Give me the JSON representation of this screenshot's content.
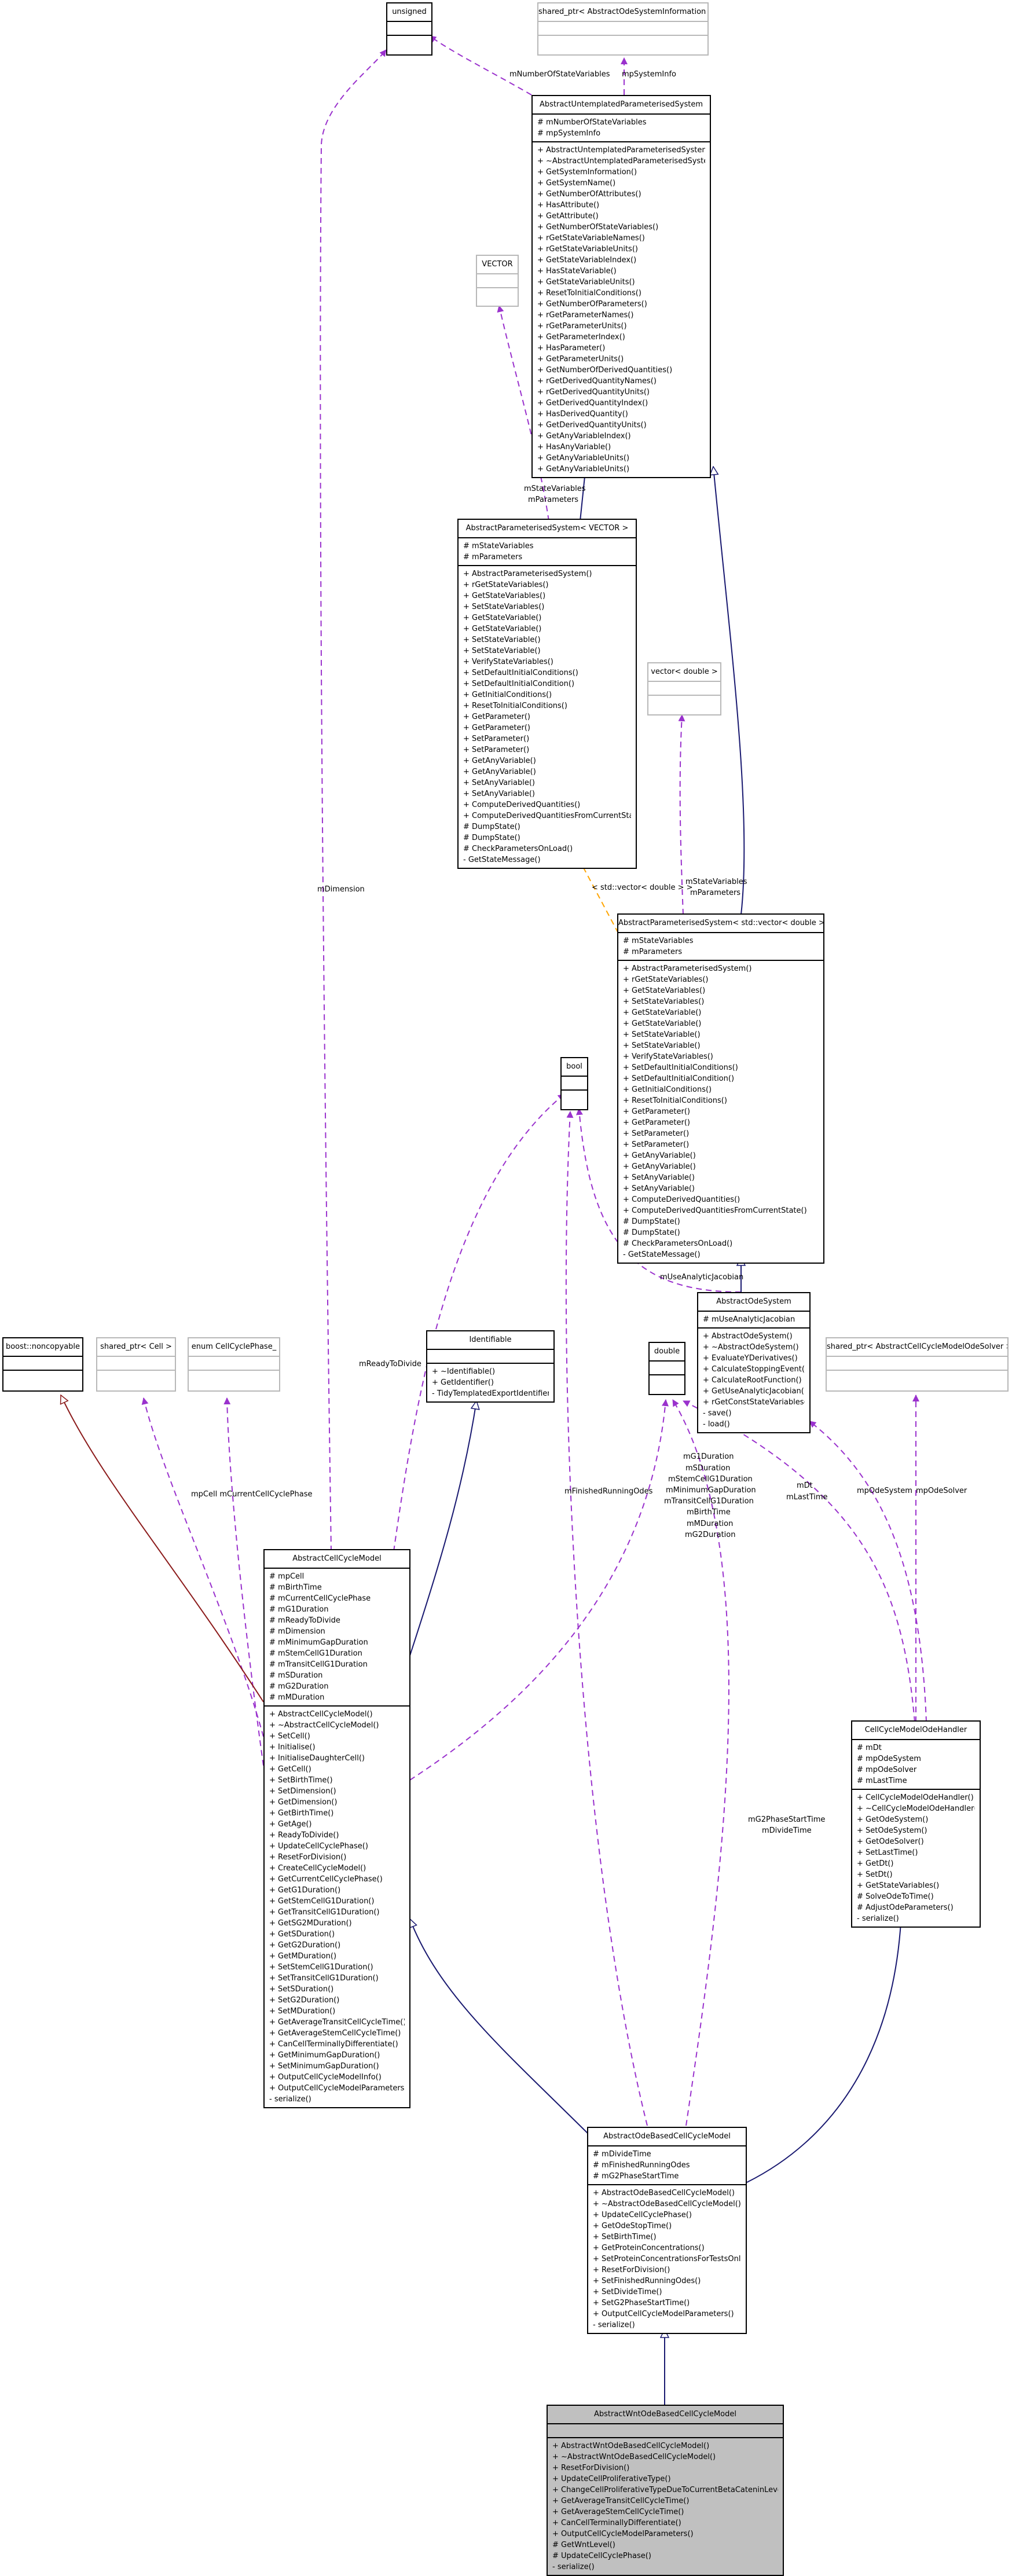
{
  "classes": {
    "unsigned": {
      "name": "unsigned",
      "attributes": [],
      "methods": []
    },
    "shared_ptr_info": {
      "name": "shared_ptr< AbstractOdeSystemInformation >",
      "attributes": [],
      "methods": []
    },
    "abstract_untemplated": {
      "name": "AbstractUntemplatedParameterisedSystem",
      "attributes": [
        "# mNumberOfStateVariables",
        "# mpSystemInfo"
      ],
      "methods": [
        "+ AbstractUntemplatedParameterisedSystem()",
        "+ ~AbstractUntemplatedParameterisedSystem()",
        "+ GetSystemInformation()",
        "+ GetSystemName()",
        "+ GetNumberOfAttributes()",
        "+ HasAttribute()",
        "+ GetAttribute()",
        "+ GetNumberOfStateVariables()",
        "+ rGetStateVariableNames()",
        "+ rGetStateVariableUnits()",
        "+ GetStateVariableIndex()",
        "+ HasStateVariable()",
        "+ GetStateVariableUnits()",
        "+ ResetToInitialConditions()",
        "+ GetNumberOfParameters()",
        "+ rGetParameterNames()",
        "+ rGetParameterUnits()",
        "+ GetParameterIndex()",
        "+ HasParameter()",
        "+ GetParameterUnits()",
        "+ GetNumberOfDerivedQuantities()",
        "+ rGetDerivedQuantityNames()",
        "+ rGetDerivedQuantityUnits()",
        "+ GetDerivedQuantityIndex()",
        "+ HasDerivedQuantity()",
        "+ GetDerivedQuantityUnits()",
        "+ GetAnyVariableIndex()",
        "+ HasAnyVariable()",
        "+ GetAnyVariableUnits()",
        "+ GetAnyVariableUnits()"
      ]
    },
    "vector": {
      "name": "VECTOR",
      "attributes": [],
      "methods": []
    },
    "abstract_param_vector": {
      "name": "AbstractParameterisedSystem< VECTOR >",
      "attributes": [
        "# mStateVariables",
        "# mParameters"
      ],
      "methods": [
        "+ AbstractParameterisedSystem()",
        "+ rGetStateVariables()",
        "+ GetStateVariables()",
        "+ SetStateVariables()",
        "+ GetStateVariable()",
        "+ GetStateVariable()",
        "+ SetStateVariable()",
        "+ SetStateVariable()",
        "+ VerifyStateVariables()",
        "+ SetDefaultInitialConditions()",
        "+ SetDefaultInitialCondition()",
        "+ GetInitialConditions()",
        "+ ResetToInitialConditions()",
        "+ GetParameter()",
        "+ GetParameter()",
        "+ SetParameter()",
        "+ SetParameter()",
        "+ GetAnyVariable()",
        "+ GetAnyVariable()",
        "+ SetAnyVariable()",
        "+ SetAnyVariable()",
        "+ ComputeDerivedQuantities()",
        "+ ComputeDerivedQuantitiesFromCurrentState()",
        "# DumpState()",
        "# DumpState()",
        "# CheckParametersOnLoad()",
        "- GetStateMessage()"
      ]
    },
    "vector_double": {
      "name": "vector< double >",
      "attributes": [],
      "methods": []
    },
    "abstract_param_std": {
      "name": "AbstractParameterisedSystem< std::vector< double > >",
      "attributes": [
        "# mStateVariables",
        "# mParameters"
      ],
      "methods": [
        "+ AbstractParameterisedSystem()",
        "+ rGetStateVariables()",
        "+ GetStateVariables()",
        "+ SetStateVariables()",
        "+ GetStateVariable()",
        "+ GetStateVariable()",
        "+ SetStateVariable()",
        "+ SetStateVariable()",
        "+ VerifyStateVariables()",
        "+ SetDefaultInitialConditions()",
        "+ SetDefaultInitialCondition()",
        "+ GetInitialConditions()",
        "+ ResetToInitialConditions()",
        "+ GetParameter()",
        "+ GetParameter()",
        "+ SetParameter()",
        "+ SetParameter()",
        "+ GetAnyVariable()",
        "+ GetAnyVariable()",
        "+ SetAnyVariable()",
        "+ SetAnyVariable()",
        "+ ComputeDerivedQuantities()",
        "+ ComputeDerivedQuantitiesFromCurrentState()",
        "# DumpState()",
        "# DumpState()",
        "# CheckParametersOnLoad()",
        "- GetStateMessage()"
      ]
    },
    "bool": {
      "name": "bool",
      "attributes": [],
      "methods": []
    },
    "abstract_ode_system": {
      "name": "AbstractOdeSystem",
      "attributes": [
        "# mUseAnalyticJacobian"
      ],
      "methods": [
        "+ AbstractOdeSystem()",
        "+ ~AbstractOdeSystem()",
        "+ EvaluateYDerivatives()",
        "+ CalculateStoppingEvent()",
        "+ CalculateRootFunction()",
        "+ GetUseAnalyticJacobian()",
        "+ rGetConstStateVariables()",
        "- save()",
        "- load()"
      ]
    },
    "noncopyable": {
      "name": "boost::noncopyable",
      "attributes": [],
      "methods": []
    },
    "shared_ptr_cell": {
      "name": "shared_ptr< Cell >",
      "attributes": [],
      "methods": []
    },
    "enum_phase": {
      "name": "enum CellCyclePhase_",
      "attributes": [],
      "methods": []
    },
    "identifiable": {
      "name": "Identifiable",
      "attributes": [],
      "methods": [
        "+ ~Identifiable()",
        "+ GetIdentifier()",
        "- TidyTemplatedExportIdentifier()"
      ]
    },
    "double": {
      "name": "double",
      "attributes": [],
      "methods": []
    },
    "shared_ptr_solver": {
      "name": "shared_ptr< AbstractCellCycleModelOdeSolver >",
      "attributes": [],
      "methods": []
    },
    "abstract_ccm": {
      "name": "AbstractCellCycleModel",
      "attributes": [
        "# mpCell",
        "# mBirthTime",
        "# mCurrentCellCyclePhase",
        "# mG1Duration",
        "# mReadyToDivide",
        "# mDimension",
        "# mMinimumGapDuration",
        "# mStemCellG1Duration",
        "# mTransitCellG1Duration",
        "# mSDuration",
        "# mG2Duration",
        "# mMDuration"
      ],
      "methods": [
        "+ AbstractCellCycleModel()",
        "+ ~AbstractCellCycleModel()",
        "+ SetCell()",
        "+ Initialise()",
        "+ InitialiseDaughterCell()",
        "+ GetCell()",
        "+ SetBirthTime()",
        "+ SetDimension()",
        "+ GetDimension()",
        "+ GetBirthTime()",
        "+ GetAge()",
        "+ ReadyToDivide()",
        "+ UpdateCellCyclePhase()",
        "+ ResetForDivision()",
        "+ CreateCellCycleModel()",
        "+ GetCurrentCellCyclePhase()",
        "+ GetG1Duration()",
        "+ GetStemCellG1Duration()",
        "+ GetTransitCellG1Duration()",
        "+ GetSG2MDuration()",
        "+ GetSDuration()",
        "+ GetG2Duration()",
        "+ GetMDuration()",
        "+ SetStemCellG1Duration()",
        "+ SetTransitCellG1Duration()",
        "+ SetSDuration()",
        "+ SetG2Duration()",
        "+ SetMDuration()",
        "+ GetAverageTransitCellCycleTime()",
        "+ GetAverageStemCellCycleTime()",
        "+ CanCellTerminallyDifferentiate()",
        "+ GetMinimumGapDuration()",
        "+ SetMinimumGapDuration()",
        "+ OutputCellCycleModelInfo()",
        "+ OutputCellCycleModelParameters()",
        "- serialize()"
      ]
    },
    "ode_handler": {
      "name": "CellCycleModelOdeHandler",
      "attributes": [
        "# mDt",
        "# mpOdeSystem",
        "# mpOdeSolver",
        "# mLastTime"
      ],
      "methods": [
        "+ CellCycleModelOdeHandler()",
        "+ ~CellCycleModelOdeHandler()",
        "+ GetOdeSystem()",
        "+ SetOdeSystem()",
        "+ GetOdeSolver()",
        "+ SetLastTime()",
        "+ GetDt()",
        "+ SetDt()",
        "+ GetStateVariables()",
        "# SolveOdeToTime()",
        "# AdjustOdeParameters()",
        "- serialize()"
      ]
    },
    "abstract_ode_ccm": {
      "name": "AbstractOdeBasedCellCycleModel",
      "attributes": [
        "# mDivideTime",
        "# mFinishedRunningOdes",
        "# mG2PhaseStartTime"
      ],
      "methods": [
        "+ AbstractOdeBasedCellCycleModel()",
        "+ ~AbstractOdeBasedCellCycleModel()",
        "+ UpdateCellCyclePhase()",
        "+ GetOdeStopTime()",
        "+ SetBirthTime()",
        "+ GetProteinConcentrations()",
        "+ SetProteinConcentrationsForTestsOnly()",
        "+ ResetForDivision()",
        "+ SetFinishedRunningOdes()",
        "+ SetDivideTime()",
        "+ SetG2PhaseStartTime()",
        "+ OutputCellCycleModelParameters()",
        "- serialize()"
      ]
    },
    "abstract_wnt": {
      "name": "AbstractWntOdeBasedCellCycleModel",
      "attributes": [],
      "methods": [
        "+ AbstractWntOdeBasedCellCycleModel()",
        "+ ~AbstractWntOdeBasedCellCycleModel()",
        "+ ResetForDivision()",
        "+ UpdateCellProliferativeType()",
        "+ ChangeCellProliferativeTypeDueToCurrentBetaCateninLevel()",
        "+ GetAverageTransitCellCycleTime()",
        "+ GetAverageStemCellCycleTime()",
        "+ CanCellTerminallyDifferentiate()",
        "+ OutputCellCycleModelParameters()",
        "# GetWntLevel()",
        "# UpdateCellCyclePhase()",
        "- serialize()"
      ]
    }
  },
  "labels": {
    "mNumberOfStateVariables": "mNumberOfStateVariables",
    "mpSystemInfo": "mpSystemInfo",
    "mDimension": "mDimension",
    "stateVarsParams": [
      "mStateVariables",
      "mParameters"
    ],
    "stdVectorDouble": "< std::vector< double > >",
    "stateVarsParams2": [
      "mStateVariables",
      "mParameters"
    ],
    "mUseAnalyticJacobian": "mUseAnalyticJacobian",
    "mReadyToDivide": "mReadyToDivide",
    "mpCellPhase": "mpCell   mCurrentCellCyclePhase",
    "mFinishedRunningOdes": "mFinishedRunningOdes",
    "doubleMembers": [
      "mG1Duration",
      "mSDuration",
      "mStemCellG1Duration",
      "mMinimumGapDuration",
      "mTransitCellG1Duration",
      "mBirthTime",
      "mMDuration",
      "mG2Duration"
    ],
    "mDtLastTime": [
      "mDt",
      "mLastTime"
    ],
    "mpOdeSystem": "mpOdeSystem",
    "mpOdeSolver": "mpOdeSolver",
    "g2DivideTime": [
      "mG2PhaseStartTime",
      "mDivideTime"
    ]
  },
  "colors": {
    "inheritance": "#191970",
    "usage": "#9a32cd",
    "template": "#ffa500",
    "private_inheritance": "#8b1a1a",
    "highlight_fill": "#c0c0c0",
    "external_border": "#b8b8b8"
  }
}
